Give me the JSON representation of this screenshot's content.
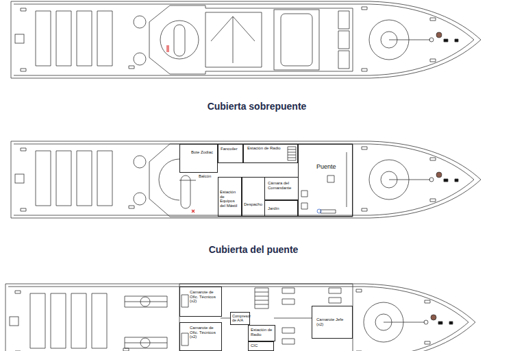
{
  "diagram": {
    "nodes": [
      {
        "text": [
          "Bote Zodiac"
        ]
      },
      {
        "text": [
          "Fancoiler"
        ]
      },
      {
        "text": [
          "Estación de Radio"
        ]
      },
      {
        "text": [
          "Puente"
        ]
      },
      {
        "text": [
          "Estación de Equipos del Mástil"
        ]
      },
      {
        "text": [
          "Despacho"
        ]
      },
      {
        "text": [
          "Cámara del Comandante"
        ]
      },
      {
        "text": [
          "Jardín"
        ]
      },
      {
        "text": [
          "Camarote de Ofic. Técnicos (x2)"
        ]
      },
      {
        "text": [
          "Camarote de Ofic. Técnicos (x2)"
        ]
      },
      {
        "text": [
          "Compresor de A/A"
        ]
      },
      {
        "text": [
          "Estación de Radio"
        ]
      },
      {
        "text": [
          "CIC"
        ]
      },
      {
        "text": [
          "Camarote Jefe (x2)"
        ]
      }
    ],
    "labels": [
      "Cubierta sobrepuente",
      "Cubierta del puente",
      "Balcón"
    ]
  }
}
